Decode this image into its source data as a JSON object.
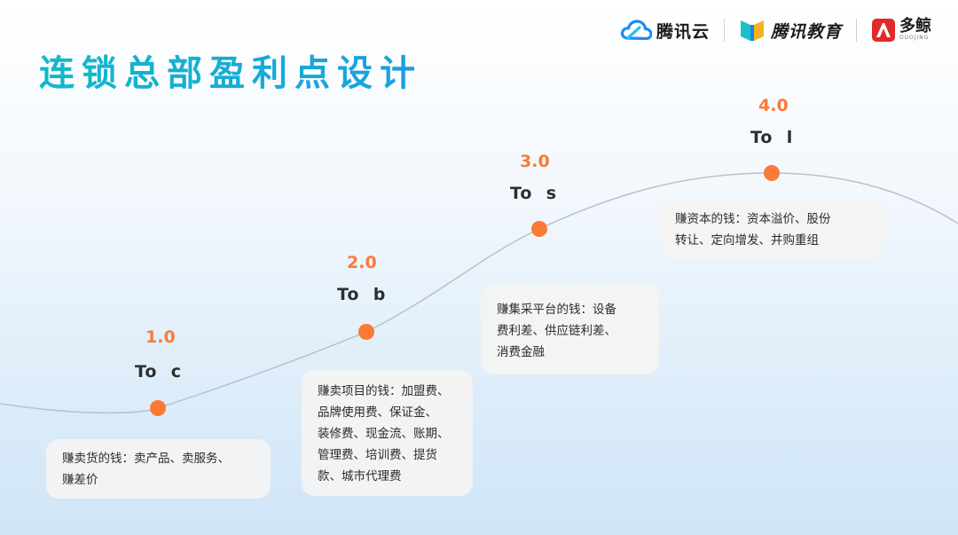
{
  "title": "连锁总部盈利点设计",
  "logos": {
    "tencent_cloud": "腾讯云",
    "tencent_edu": "腾讯教育",
    "duojing": "多鲸",
    "duojing_sub": "DUOJING"
  },
  "stages": [
    {
      "version": "1.0",
      "label": "To  c",
      "lines": [
        "赚卖货的钱：卖产品、卖服务、",
        "赚差价"
      ]
    },
    {
      "version": "2.0",
      "label": "To  b",
      "lines": [
        "赚卖项目的钱：加盟费、",
        "品牌使用费、保证金、",
        "装修费、现金流、账期、",
        "管理费、培训费、提货",
        "款、城市代理费"
      ]
    },
    {
      "version": "3.0",
      "label": "To  s",
      "lines": [
        "赚集采平台的钱：设备",
        "费利差、供应链利差、",
        "消费金融"
      ]
    },
    {
      "version": "4.0",
      "label": "To  l",
      "lines": [
        "赚资本的钱：资本溢价、股份",
        "转让、定向增发、并购重组"
      ]
    }
  ],
  "colors": {
    "accent": "#fb7a35",
    "title": "#19b6d8"
  }
}
